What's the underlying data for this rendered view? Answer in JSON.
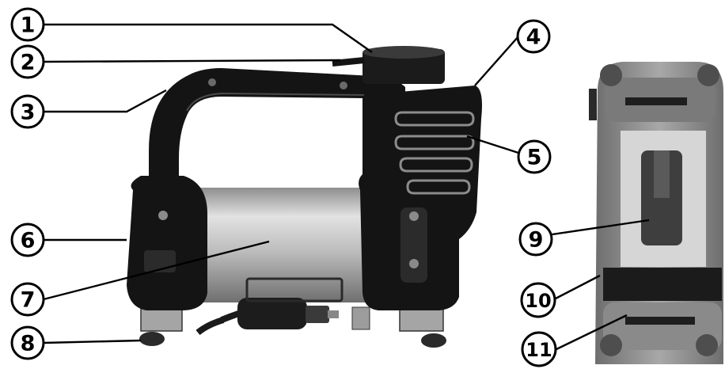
{
  "callouts": [
    {
      "id": "1",
      "label": "1"
    },
    {
      "id": "2",
      "label": "2"
    },
    {
      "id": "3",
      "label": "3"
    },
    {
      "id": "4",
      "label": "4"
    },
    {
      "id": "5",
      "label": "5"
    },
    {
      "id": "6",
      "label": "6"
    },
    {
      "id": "7",
      "label": "7"
    },
    {
      "id": "8",
      "label": "8"
    },
    {
      "id": "9",
      "label": "9"
    },
    {
      "id": "10",
      "label": "10"
    },
    {
      "id": "11",
      "label": "11"
    }
  ],
  "colors": {
    "body_black": "#141414",
    "cylinder_silver": "#b9b9b9",
    "feet_gray": "#9a9a9a",
    "bottom_view_gray": "#8c8c8c"
  }
}
